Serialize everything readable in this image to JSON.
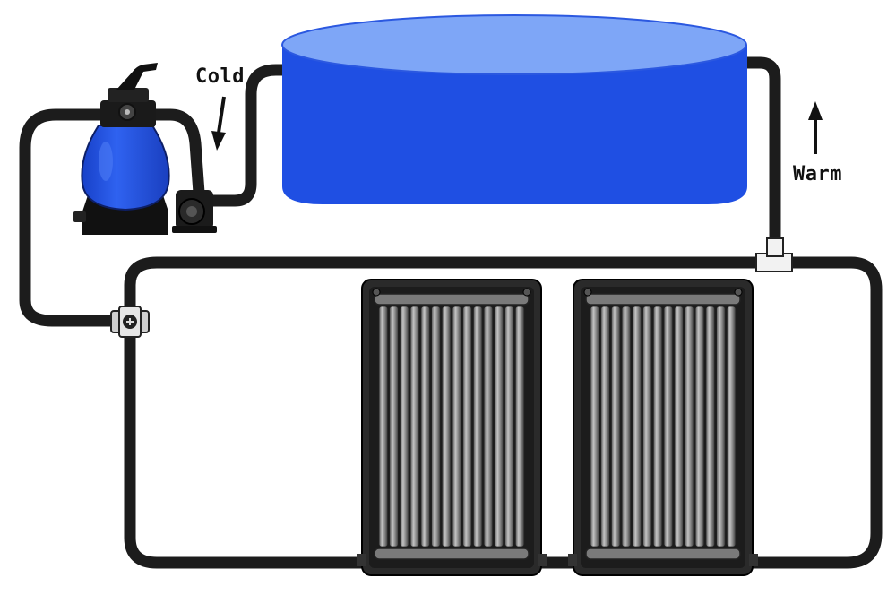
{
  "labels": {
    "cold": "Cold",
    "warm": "Warm"
  },
  "colors": {
    "pool_side": "#1f4fe3",
    "pool_top": "#7ea6f7",
    "filter_tank": "#1f50e0",
    "hose": "#1c1c1c",
    "panel_frame": "#2a2a2a",
    "panel_tube": "#6f6f6f",
    "panel_tube_light": "#b3b3b3"
  },
  "components": {
    "pool": "pool",
    "filter": "sand-filter-pump",
    "valve": "bypass-valve",
    "tee": "tee-connector",
    "panels": [
      "solar-panel-left",
      "solar-panel-right"
    ]
  }
}
